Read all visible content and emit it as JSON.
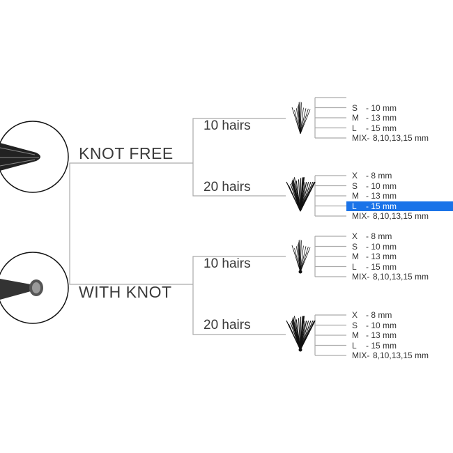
{
  "colors": {
    "line": "#aaaaaa",
    "highlight": "#1a73e8",
    "text": "#333333"
  },
  "categories": [
    {
      "label": "KNOT FREE",
      "icon": "knot-free-closeup-icon",
      "groups": [
        {
          "label": "10 hairs",
          "icon": "lash-tuft-10-icon",
          "options": [
            {
              "size": "",
              "length": ""
            },
            {
              "size": "S",
              "length": "- 10 mm"
            },
            {
              "size": "M",
              "length": "- 13 mm"
            },
            {
              "size": "L",
              "length": "- 15 mm"
            },
            {
              "size": "MIX-",
              "length": "8,10,13,15 mm"
            }
          ]
        },
        {
          "label": "20 hairs",
          "icon": "lash-tuft-20-icon",
          "options": [
            {
              "size": "X",
              "length": "-  8 mm"
            },
            {
              "size": "S",
              "length": "- 10 mm"
            },
            {
              "size": "M",
              "length": "- 13 mm"
            },
            {
              "size": "L",
              "length": "- 15 mm",
              "selected": true
            },
            {
              "size": "MIX-",
              "length": "8,10,13,15 mm"
            }
          ]
        }
      ]
    },
    {
      "label": "WITH KNOT",
      "icon": "with-knot-closeup-icon",
      "groups": [
        {
          "label": "10 hairs",
          "icon": "lash-tuft-10-knot-icon",
          "options": [
            {
              "size": "X",
              "length": "-  8 mm"
            },
            {
              "size": "S",
              "length": "- 10 mm"
            },
            {
              "size": "M",
              "length": "- 13 mm"
            },
            {
              "size": "L",
              "length": "- 15 mm"
            },
            {
              "size": "MIX-",
              "length": "8,10,13,15 mm"
            }
          ]
        },
        {
          "label": "20 hairs",
          "icon": "lash-tuft-20-knot-icon",
          "options": [
            {
              "size": "X",
              "length": "-  8 mm"
            },
            {
              "size": "S",
              "length": "- 10 mm"
            },
            {
              "size": "M",
              "length": "- 13 mm"
            },
            {
              "size": "L",
              "length": "- 15 mm"
            },
            {
              "size": "MIX-",
              "length": "8,10,13,15 mm"
            }
          ]
        }
      ]
    }
  ]
}
